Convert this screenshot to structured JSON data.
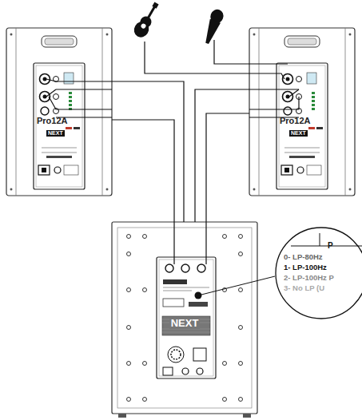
{
  "diagram": {
    "nodes": [
      {
        "text": [
          "Pro12A",
          "NEXT"
        ]
      },
      {
        "text": [
          "Pro12A",
          "NEXT"
        ]
      },
      {
        "text": [
          "NEXT"
        ]
      },
      {
        "text": [
          "P",
          "0- LP-80Hz",
          "1- LP-100Hz",
          "2- LP-100Hz P",
          "3- No LP (U"
        ]
      }
    ],
    "edges": [
      {
        "from": 2,
        "to": 0,
        "arrow": "none"
      },
      {
        "from": 2,
        "to": 1,
        "arrow": "none"
      }
    ]
  }
}
